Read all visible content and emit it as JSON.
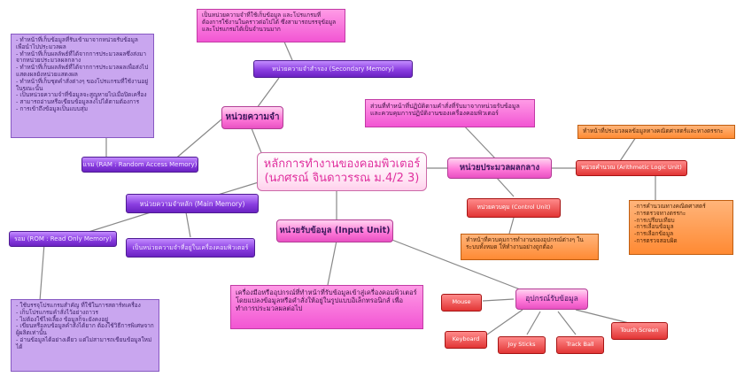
{
  "title": {
    "line1": "หลักการทำงานของคอมพิวเตอร์",
    "line2": "(นภศรณ์ จินดาวรรณ ม.4/2 3)"
  },
  "memory": {
    "label": "หน่วยความจำ",
    "secondary": {
      "label": "หน่วยความจำสำรอง (Secondary Memory)",
      "desc": "เป็นหน่วยความจำที่ใช้เก็บข้อมูล และโปรแกรมที่ต้องการใช้งานในคราวต่อไปได้ ซึ่งสามารถบรรจุข้อมูลและโปรแกรมได้เป็นจำนวนมาก"
    },
    "main": {
      "label": "หน่วยความจำหลัก (Main Memory)",
      "desc": "เป็นหน่วยความจำที่อยู่ในเครื่องคอมพิวเตอร์"
    },
    "ram": {
      "label": "แรม (RAM : Random Access Memory)",
      "notes": [
        "- ทำหน้าที่เก็บข้อมูลที่รับเข้ามาจากหน่วยรับข้อมูล เพื่อนำไปประมวลผล",
        "- ทำหน้าที่เก็บผลลัพธ์ที่ได้จากการประมวลผลซึ่งส่งมาจากหน่วยประมวลผลกลาง",
        "- ทำหน้าที่เก็บผลลัพธ์ที่ได้จากการประมวลผลเพื่อส่งไปแสดงผลยังหน่วยแสดงผล",
        "- ทำหน้าที่เก็บชุดคำสั่งต่างๆ ของโปรแกรมที่ใช้งานอยู่ในขณะนั้น",
        "- เป็นหน่วยความจำที่ข้อมูลจะสูญหายไปเมื่อปิดเครื่อง",
        "- สามารถอ่านหรือเขียนข้อมูลลงไปได้ตามต้องการ",
        "- การเข้าถึงข้อมูลเป็นแบบสุ่ม"
      ]
    },
    "rom": {
      "label": "รอม (ROM : Read Only Memory)",
      "notes": [
        "- ใช้บรรจุโปรแกรมสำคัญ ที่ใช้ในการสตาร์ทเครื่อง",
        "- เก็บโปรแกรมคำสั่งไว้อย่างถาวร",
        "- ไม่ต้องใช้ไฟเลี้ยง ข้อมูลก็จะยังคงอยู่",
        "- เขียนหรือลบข้อมูลคำสั่งได้ยาก ต้องใช้วิธีการพิเศษจากผู้ผลิตเท่านั้น",
        "- อ่านข้อมูลได้อย่างเดียว แต่ไม่สามารถเขียนข้อมูลใหม่ได้"
      ]
    }
  },
  "cpu": {
    "label": "หน่วยประมวลผลกลาง",
    "desc": "ส่วนที่ทำหน้าที่ปฏิบัติตามคำสั่งที่รับมาจากหน่วยรับข้อมูล และควบคุมการปฏิบัติงานของเครื่องคอมพิวเตอร์",
    "alu": {
      "label": "หน่วยคำนวณ (Arithmetic Logic Unit)",
      "desc": "ทำหน้าที่ประมวลผลข้อมูลทางคณิตศาสตร์และทางตรรกะ",
      "ops": [
        "-การคำนวณทางคณิตศาสตร์",
        "-การตรวจทางตรรกะ",
        "-การเปรียบเทียบ",
        "-การเลื่อนข้อมูล",
        "-การเลือกข้อมูล",
        "-การตรวจสอบผิด"
      ]
    },
    "control": {
      "label": "หน่วยควบคุม (Control Unit)",
      "desc": "ทำหน้าที่ควบคุมการทำงานของอุปกรณ์ต่างๆ ในระบบทั้งหมด ให้ทำงานอย่างถูกต้อง"
    }
  },
  "input": {
    "label": "หน่วยรับข้อมูล (Input Unit)",
    "desc": "เครื่องมือหรืออุปกรณ์ที่ทำหน้าที่รับข้อมูลเข้าสู่เครื่องคอมพิวเตอร์ โดยแปลงข้อมูลหรือคำสั่งให้อยู่ในรูปแบบอิเล็กทรอนิกส์ เพื่อทำการประมวลผลต่อไป",
    "devices_label": "อุปกรณ์รับข้อมูล",
    "devices": [
      "Mouse",
      "Keyboard",
      "Joy Sticks",
      "Track Ball",
      "Touch Screen"
    ]
  },
  "colors": {
    "connector": "#888888",
    "pink": "#f255d3",
    "purple": "#7a32d6",
    "orange": "#ff8a33",
    "red": "#e23535",
    "lavender": "#c9a6ef"
  }
}
